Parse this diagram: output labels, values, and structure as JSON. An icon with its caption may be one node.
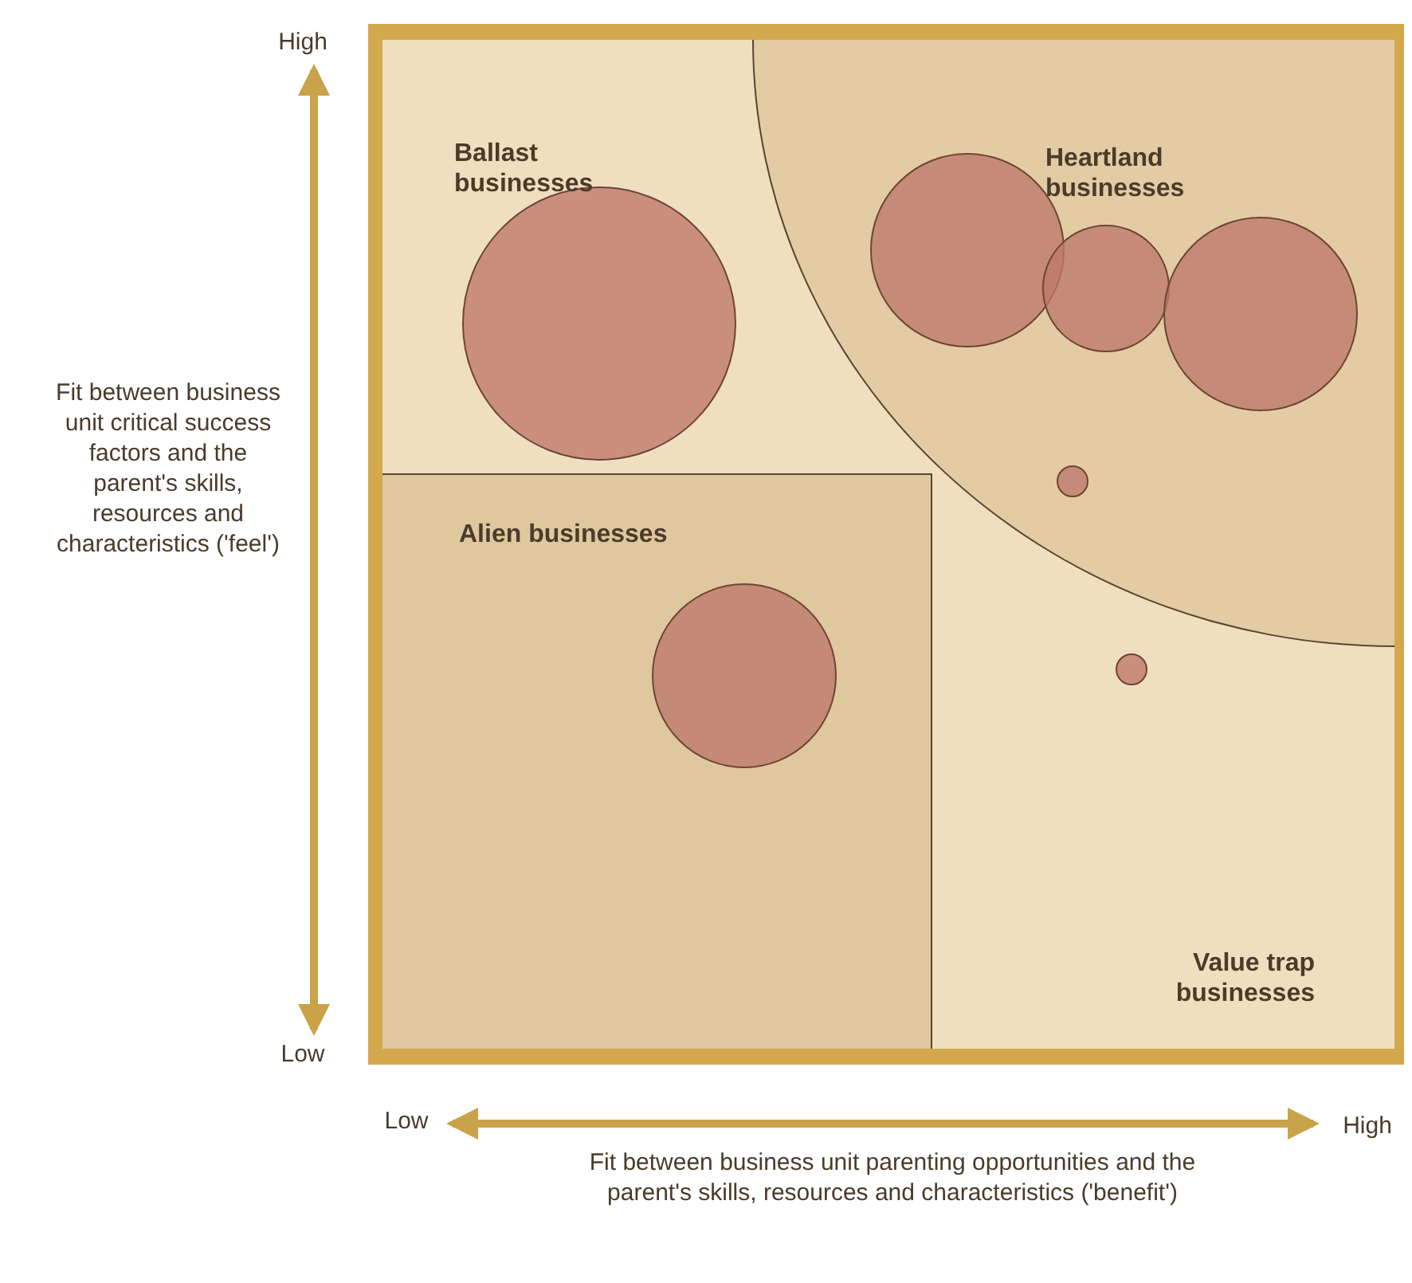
{
  "diagram": {
    "nodes": [
      {
        "text": [
          "Ballast businesses"
        ]
      },
      {
        "text": [],
        "shape": "circle",
        "in": 0
      },
      {
        "text": [
          "Heartland businesses"
        ]
      },
      {
        "text": [],
        "shape": "circle",
        "in": 2
      },
      {
        "text": [],
        "shape": "circle",
        "in": 2
      },
      {
        "text": [],
        "shape": "circle",
        "in": 2
      },
      {
        "text": [],
        "shape": "circle",
        "in": 2
      },
      {
        "text": [
          "Alien businesses"
        ]
      },
      {
        "text": [],
        "shape": "circle",
        "in": 7
      },
      {
        "text": [
          "Value trap businesses"
        ]
      },
      {
        "text": [],
        "shape": "circle",
        "in": 9
      }
    ],
    "edges": [],
    "labels": [
      "High",
      "Fit between business unit critical success factors and the parent's skills, resources and characteristics ('feel')",
      "Low",
      "Low",
      "High",
      "Fit between business unit parenting opportunities and the parent's skills, resources and characteristics ('benefit')"
    ]
  }
}
